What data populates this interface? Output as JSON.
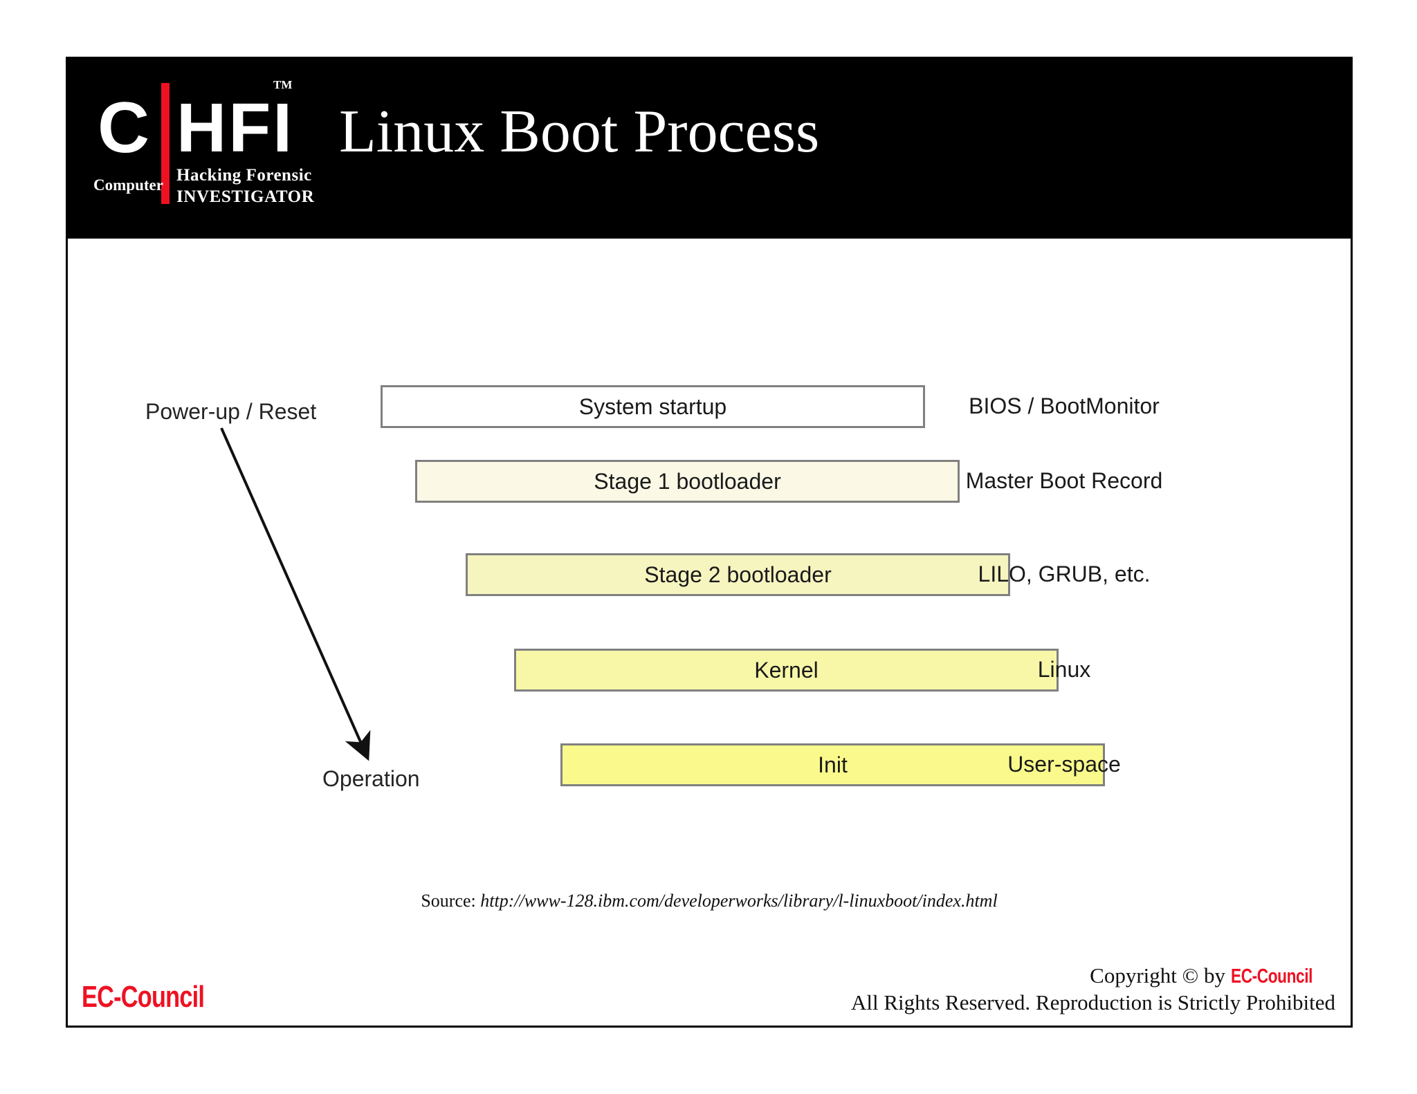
{
  "logo": {
    "letter_c": "C",
    "letters_hfi": "HFI",
    "trademark": "TM",
    "computer": "Computer",
    "line1": "Hacking  Forensic",
    "line2": "INVESTIGATOR",
    "red": "#ee1122"
  },
  "header": {
    "title": "Linux Boot Process",
    "background": "#000000",
    "text_color": "#ffffff"
  },
  "diagram": {
    "power_label": "Power-up / Reset",
    "operation_label": "Operation",
    "stages": [
      {
        "label": "System startup",
        "side": "BIOS / BootMonitor",
        "fill": "#ffffff",
        "border": "#808080"
      },
      {
        "label": "Stage 1 bootloader",
        "side": "Master Boot Record",
        "fill": "#fbf8e6",
        "border": "#808080"
      },
      {
        "label": "Stage 2 bootloader",
        "side": "LILO, GRUB, etc.",
        "fill": "#f6f5c0",
        "border": "#808080"
      },
      {
        "label": "Kernel",
        "side": "Linux",
        "fill": "#f8f7a8",
        "border": "#808080"
      },
      {
        "label": "Init",
        "side": "User-space",
        "fill": "#fafa8c",
        "border": "#808080"
      }
    ]
  },
  "source": {
    "label": "Source:",
    "url": "http://www-128.ibm.com/developerworks/library/l-linuxboot/index.html"
  },
  "footer": {
    "brand": "EC-Council",
    "copyright_prefix": "Copyright ",
    "copyright_symbol": "©",
    "copyright_by": " by ",
    "copyright_brand": "EC-Council",
    "rights": "All Rights Reserved. Reproduction is Strictly Prohibited"
  }
}
